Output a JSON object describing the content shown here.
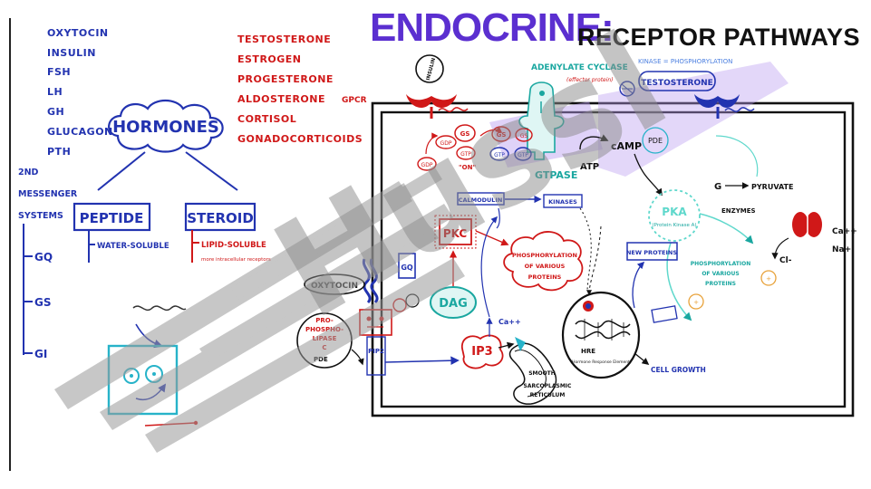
{
  "title": {
    "main": "ENDOCRINE:",
    "sub": "RECEPTOR PATHWAYS"
  },
  "peptide_hormones": [
    "OXYTOCIN",
    "INSULIN",
    "FSH",
    "LH",
    "GH",
    "GLUCAGON",
    "PTH"
  ],
  "steroid_hormones": [
    "TESTOSTERONE",
    "ESTROGEN",
    "PROGESTERONE",
    "ALDOSTERONE",
    "CORTISOL",
    "GONADOCORTICOIDS"
  ],
  "hormones_label": "HORMONES",
  "peptide_box": {
    "label": "PEPTIDE",
    "note": "WATER-SOLUBLE"
  },
  "steroid_box": {
    "label": "STEROID",
    "note": "LIPID-SOLUBLE",
    "subnote": "more intracellular receptors"
  },
  "second_messenger": {
    "line1": "2ND",
    "line2": "MESSENGER",
    "line3": "SYSTEMS",
    "types": [
      "GQ",
      "GS",
      "GI"
    ]
  },
  "gpcr_label": "GPCR",
  "insulin_label": "INSULIN",
  "adenylate": {
    "label": "ADENYLATE CYCLASE",
    "note": "(effector protein)"
  },
  "kinase_label": "KINASE = PHOSPHORYLATION",
  "testosterone_label": "TESTOSTERONE",
  "gprotein": {
    "gs": "GS",
    "gdp": "GDP",
    "gtp": "GTP",
    "on": "\"ON\"",
    "gtpase": "GTPASE"
  },
  "camp": {
    "atp": "ATP",
    "camp": "cAMP",
    "pde": "PDE"
  },
  "pka": {
    "label": "PKA",
    "note": "(Protein Kinase A)"
  },
  "glycolysis": {
    "g": "G",
    "pyruvate": "PYRUVATE",
    "enzymes": "ENZYMES"
  },
  "channel": {
    "ca": "Ca++",
    "na": "Na+",
    "cl": "Cl-"
  },
  "calmodulin": "CALMODULIN",
  "kinases": "KINASES",
  "pkc": "PKC",
  "phosph_proteins": {
    "l1": "PHOSPHORYLATION",
    "l2": "OF VARIOUS",
    "l3": "PROTEINS"
  },
  "new_proteins": "NEW PROTEINS",
  "phosph_right": {
    "l1": "PHOSPHORYLATION",
    "l2": "OF VARIOUS",
    "l3": "PROTEINS"
  },
  "gq": "GQ",
  "oxytocin_ligand": "OXYTOCIN",
  "pro_phospholipase": {
    "l1": "PRO-",
    "l2": "PHOSPHO-",
    "l3": "LIPASE",
    "l4": "C"
  },
  "pde_lower": "PDE",
  "dag": "DAG",
  "ip3": "IP3",
  "ca_small": "Ca++",
  "pip2": "PIP2",
  "hre": {
    "label": "HRE",
    "note": "(Hormone Response Element)"
  },
  "cell_growth": "CELL GROWTH",
  "sr": {
    "l1": "SMOOTH",
    "l2": "SARCOPLASMIC",
    "l3": "RETICULUM"
  },
  "watermark": "Hussl"
}
